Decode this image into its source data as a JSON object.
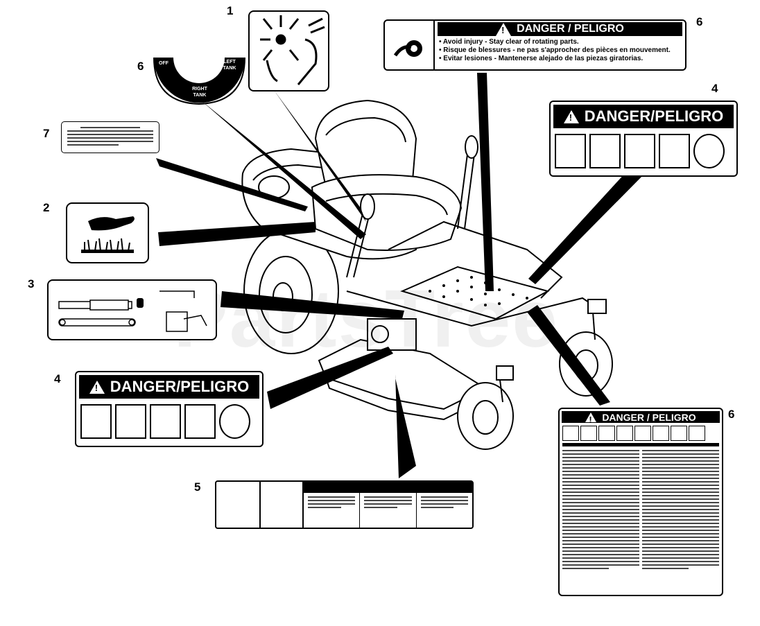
{
  "callouts": {
    "n1": "1",
    "n2": "2",
    "n3": "3",
    "n4a": "4",
    "n4b": "4",
    "n5": "5",
    "n6a": "6",
    "n6b": "6",
    "n6c": "6",
    "n7": "7"
  },
  "fuel_decal": {
    "off": "OFF",
    "left": "LEFT TANK",
    "right": "RIGHT TANK"
  },
  "danger_top": {
    "header": "DANGER / PELIGRO",
    "line1": "• Avoid injury - Stay clear of rotating parts.",
    "line2": "• Risque de blessures - ne pas s'approcher des pièces en mouvement.",
    "line3": "• Evitar lesiones - Mantenerse alejado de las piezas giratorias."
  },
  "danger_right": {
    "header": "DANGER/PELIGRO"
  },
  "danger_left": {
    "header": "DANGER/PELIGRO"
  },
  "danger_big": {
    "header": "DANGER / PELIGRO"
  },
  "watermark": "PartsTree"
}
